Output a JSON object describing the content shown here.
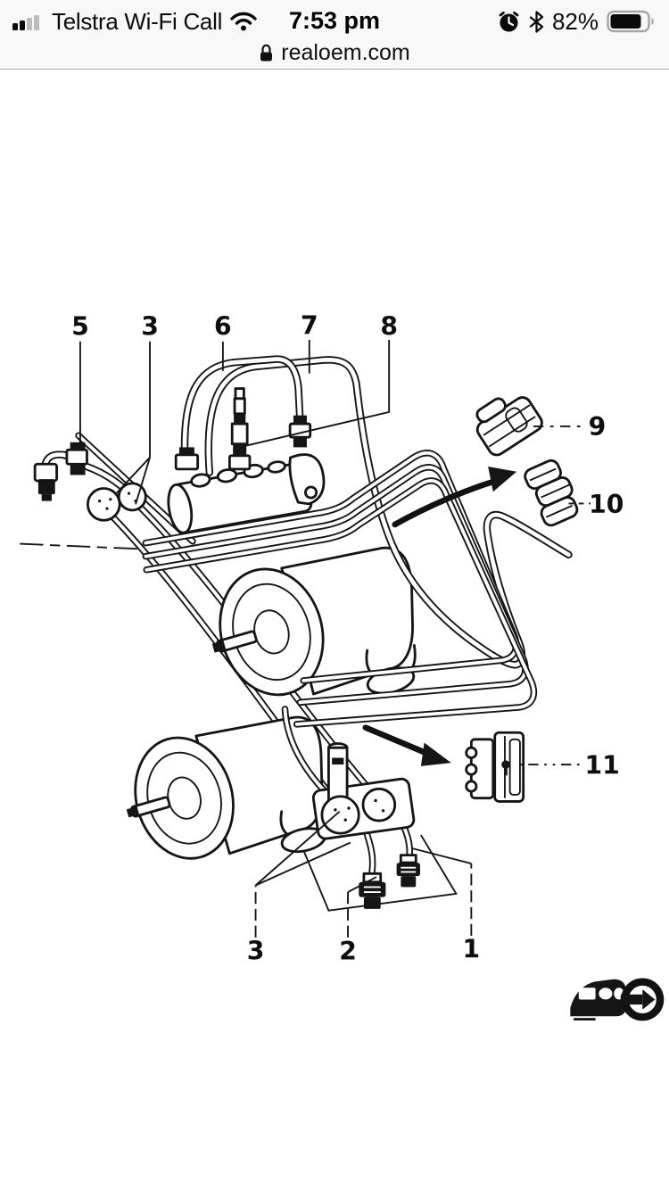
{
  "status_bar": {
    "carrier": "Telstra Wi-Fi Call",
    "time": "7:53 pm",
    "battery_percent": "82%",
    "signal": {
      "bars_total": 4,
      "bars_filled": 2
    },
    "icons": {
      "signal": "signal-bars-icon",
      "wifi": "wifi-icon",
      "alarm": "alarm-clock-icon",
      "bluetooth": "bluetooth-icon",
      "battery": "battery-icon"
    }
  },
  "url_bar": {
    "domain": "realoem.com",
    "lock": "lock-icon"
  },
  "diagram": {
    "image_alt": "Black-and-white exploded parts line drawing of a brake pipe / master cylinder system with numbered callouts",
    "callouts": [
      {
        "label": "5"
      },
      {
        "label": "3"
      },
      {
        "label": "6"
      },
      {
        "label": "7"
      },
      {
        "label": "8"
      },
      {
        "label": "9"
      },
      {
        "label": "10"
      },
      {
        "label": "11"
      },
      {
        "label": "3"
      },
      {
        "label": "2"
      },
      {
        "label": "1"
      }
    ],
    "logo": "realoem-car-logo"
  }
}
